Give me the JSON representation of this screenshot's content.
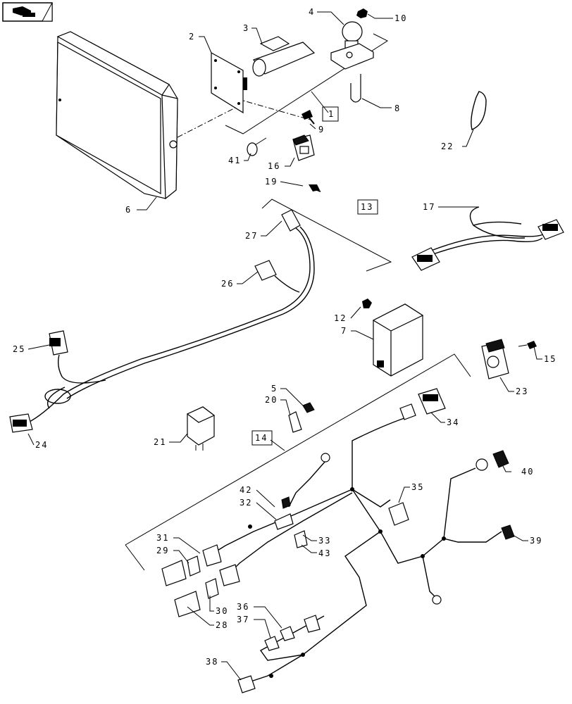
{
  "nav": {
    "icon": "page-turn-icon"
  },
  "callouts": [
    "1",
    "2",
    "3",
    "4",
    "5",
    "6",
    "7",
    "8",
    "9",
    "10",
    "12",
    "13",
    "14",
    "15",
    "16",
    "17",
    "19",
    "20",
    "21",
    "22",
    "23",
    "24",
    "25",
    "26",
    "27",
    "28",
    "29",
    "30",
    "31",
    "32",
    "33",
    "34",
    "35",
    "36",
    "37",
    "38",
    "39",
    "40",
    "41",
    "42",
    "43"
  ],
  "boxed_callouts": [
    "1",
    "13",
    "14"
  ]
}
